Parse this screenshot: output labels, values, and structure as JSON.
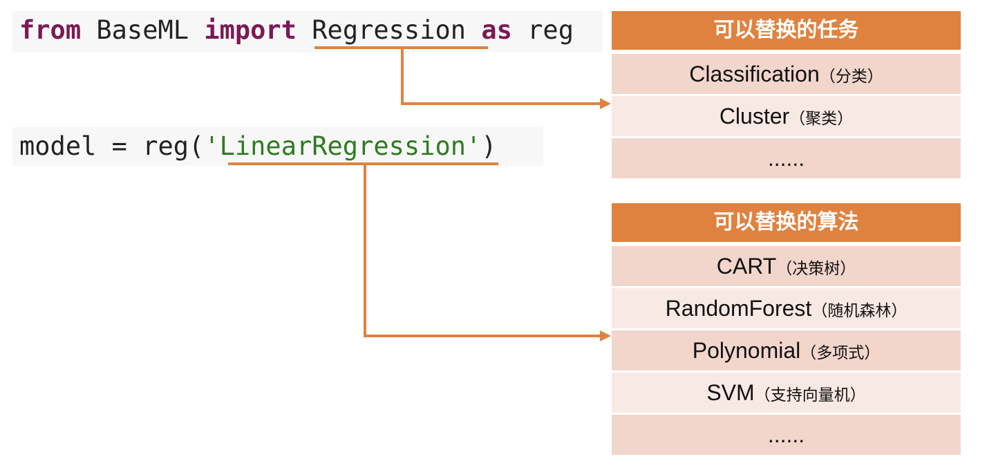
{
  "code": {
    "line1": {
      "from": "from",
      "module": " BaseML ",
      "import": "import",
      "classname": "Regression",
      "as": "as",
      "alias": "reg"
    },
    "line2": {
      "prefix": "model = reg(",
      "quote_open": "'",
      "algorithm": "LinearRegression",
      "quote_close": "'",
      "suffix": ")"
    }
  },
  "tasks_panel": {
    "title": "可以替换的任务",
    "items": [
      {
        "name": "Classification",
        "note": "（分类）"
      },
      {
        "name": "Cluster",
        "note": "（聚类）"
      },
      {
        "name": "......",
        "note": ""
      }
    ]
  },
  "algorithms_panel": {
    "title": "可以替换的算法",
    "items": [
      {
        "name": "CART",
        "note": "（决策树）"
      },
      {
        "name": "RandomForest",
        "note": "（随机森林）"
      },
      {
        "name": "Polynomial",
        "note": "（多项式）"
      },
      {
        "name": "SVM",
        "note": "（支持向量机）"
      },
      {
        "name": "......",
        "note": ""
      }
    ]
  },
  "colors": {
    "accent": "#e0823f",
    "row_dark": "#f2d6cc",
    "row_light": "#f9e9e4",
    "keyword": "#7a1a55",
    "string": "#2f7a21"
  }
}
